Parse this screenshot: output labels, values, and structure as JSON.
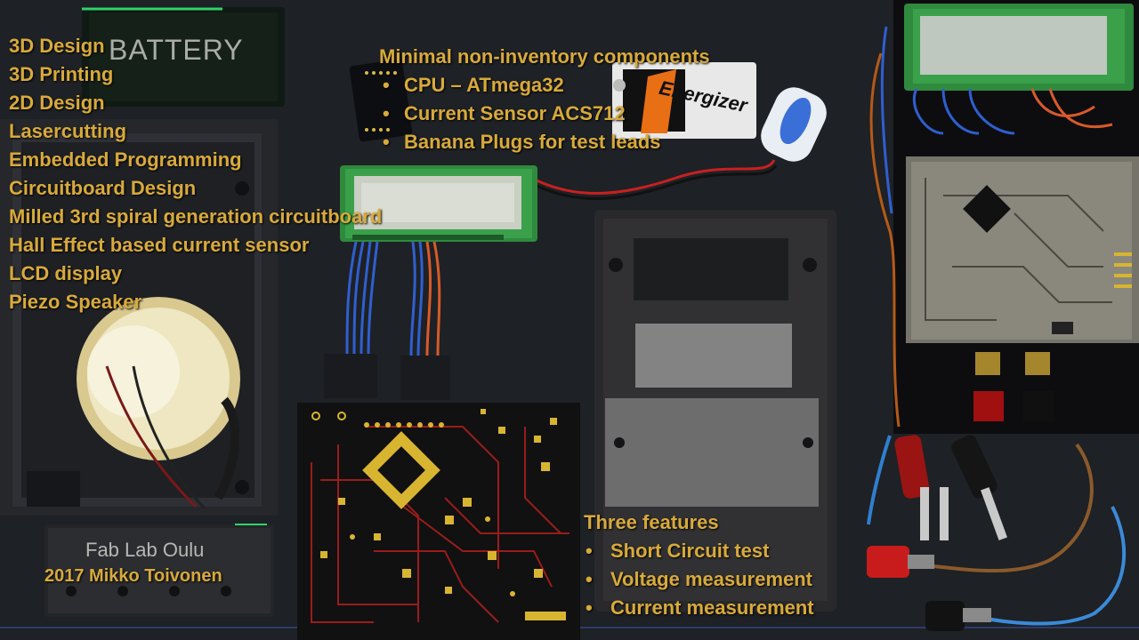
{
  "skills": [
    "3D Design",
    "3D Printing",
    "2D Design",
    "Lasercutting",
    "Embedded Programming",
    "Circuitboard Design",
    "Milled 3rd spiral generation circuitboard",
    "Hall Effect based current sensor",
    "LCD display",
    "Piezo Speaker"
  ],
  "components": {
    "heading": "Minimal non-inventory components",
    "items": [
      "CPU – ATmega32",
      "Current Sensor ACS712",
      "Banana Plugs for test leads"
    ]
  },
  "features": {
    "heading": "Three features",
    "items": [
      "Short Circuit test",
      "Voltage measurement",
      "Current measurement"
    ]
  },
  "credit": "2017 Mikko Toivonen",
  "battery_plate_text": "BATTERY",
  "fablab_plate_text": "Fab Lab Oulu",
  "battery_brand": "Energizer",
  "colors": {
    "text_accent": "#d8aa3a",
    "pcb_trace": "#d8b530",
    "pcb_red": "#9a1c1c",
    "background": "#1a1c20"
  }
}
